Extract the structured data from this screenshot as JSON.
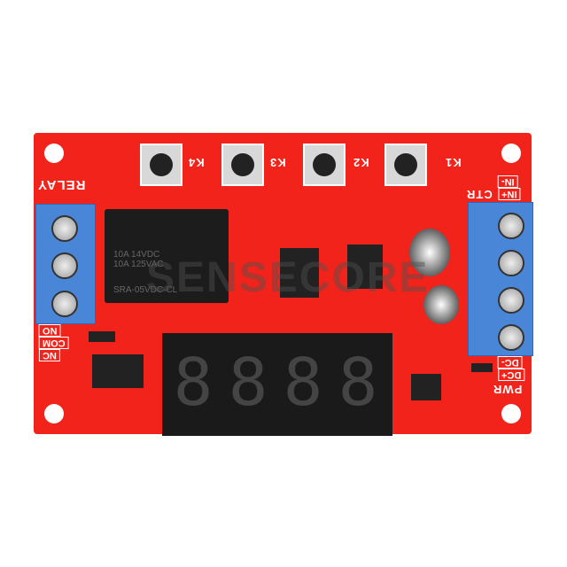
{
  "board": {
    "color": "#f2231b"
  },
  "silkscreen": {
    "relay": "RELAY",
    "no": "NO",
    "com": "COM",
    "nc": "NC",
    "ctr": "CTR",
    "in_minus": "IN-",
    "in_plus": "IN+",
    "dc_minus": "DC-",
    "dc_plus": "DC+",
    "pwr": "PWR"
  },
  "buttons": [
    {
      "label": "K4"
    },
    {
      "label": "K3"
    },
    {
      "label": "K2"
    },
    {
      "label": "K1"
    }
  ],
  "relay": {
    "line1": "10A 14VDC",
    "line2": "10A 125VAC",
    "line3": "SRA-05VDC-CL"
  },
  "display": {
    "digits": [
      "8",
      "8",
      "8",
      "8"
    ]
  },
  "watermark": "SENSECORE"
}
